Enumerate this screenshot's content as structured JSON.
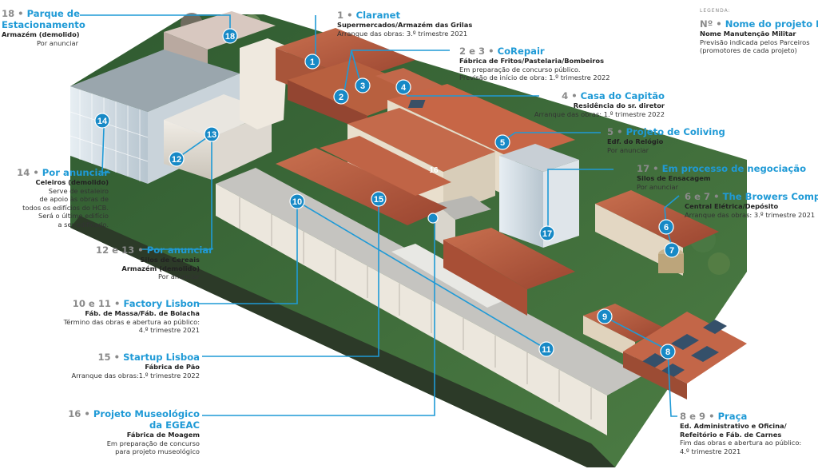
{
  "legend": {
    "title": "LEGENDA:",
    "heading_num": "Nº",
    "heading_dot": "•",
    "heading_name": "Nome do projeto HCB",
    "sub": "Nome Manutenção Militar",
    "desc": [
      "Previsão indicada pelos Parceiros",
      "(promotores de cada projeto)"
    ]
  },
  "labels": [
    {
      "id": "p18",
      "num": "18",
      "name": [
        "Parque de",
        "Estacionamento"
      ],
      "sub": [
        "Armazém (demolido)"
      ],
      "desc": [
        "Por anunciar"
      ],
      "align": "right"
    },
    {
      "id": "p1",
      "num": "1",
      "name": [
        "Claranet"
      ],
      "sub": [
        "Supermercados/Armazém das Grilas"
      ],
      "desc": [
        "Arranque das obras: 3.º trimestre 2021"
      ],
      "align": "left"
    },
    {
      "id": "p23",
      "num": "2 e 3",
      "name": [
        "CoRepair"
      ],
      "sub": [
        "Fábrica de Fritos/Pastelaria/Bombeiros"
      ],
      "desc": [
        "Em preparação de concurso público.",
        "Previsão de início de obra: 1.º trimestre 2022"
      ],
      "align": "left"
    },
    {
      "id": "p4",
      "num": "4",
      "name": [
        "Casa do Capitão"
      ],
      "sub": [
        "Residência do sr. diretor"
      ],
      "desc": [
        "Arranque das obras: 1.º trimestre 2022"
      ],
      "align": "right"
    },
    {
      "id": "p5",
      "num": "5",
      "name": [
        "Projeto de Coliving"
      ],
      "sub": [
        "Edf. do Relógio"
      ],
      "desc": [
        "Por anunciar"
      ],
      "align": "left"
    },
    {
      "id": "p17",
      "num": "17",
      "name": [
        "Em processo de negociação"
      ],
      "sub": [
        "Silos de Ensacagem"
      ],
      "desc": [
        "Por anunciar"
      ],
      "align": "left"
    },
    {
      "id": "p67",
      "num": "6 e 7",
      "name": [
        "The Browers Company"
      ],
      "sub": [
        "Central Elétrica/Depósito"
      ],
      "desc": [
        "Arranque das obras: 3.º trimestre 2021"
      ],
      "align": "left"
    },
    {
      "id": "p14",
      "num": "14",
      "name": [
        "Por anunciar"
      ],
      "sub": [
        "Celeiros (demolido)"
      ],
      "desc": [
        "Serve de estaleiro",
        "de apoio às obras de",
        "todos os edifícios do HCB.",
        "Será o último edifício",
        "a ser edificado."
      ],
      "align": "right"
    },
    {
      "id": "p1213",
      "num": "12 e 13",
      "name": [
        "Por anunciar"
      ],
      "sub": [
        "Silos de Cereais",
        "Armazém (demolido)"
      ],
      "desc": [
        "Por anunciar"
      ],
      "align": "right"
    },
    {
      "id": "p1011",
      "num": "10 e 11",
      "name": [
        "Factory Lisbon"
      ],
      "sub": [
        "Fáb. de Massa/Fáb. de Bolacha"
      ],
      "desc": [
        "Término das obras e abertura ao público:",
        "4.º trimestre 2021"
      ],
      "align": "right"
    },
    {
      "id": "p15",
      "num": "15",
      "name": [
        "Startup Lisboa"
      ],
      "sub": [
        "Fábrica de Pão"
      ],
      "desc": [
        "Arranque das obras:1.º trimestre 2022"
      ],
      "align": "right"
    },
    {
      "id": "p16",
      "num": "16",
      "name": [
        "Projeto Museológico",
        "da EGEAC"
      ],
      "sub": [
        "Fábrica de Moagem"
      ],
      "desc": [
        "Em preparação de concurso",
        "para projeto museológico"
      ],
      "align": "right"
    },
    {
      "id": "p89",
      "num": "8 e 9",
      "name": [
        "Praça"
      ],
      "sub": [
        "Ed. Administrativo e Oficina/",
        "Refeitório e Fáb. de Carnes"
      ],
      "desc": [
        "Fim das obras e abertura ao público:",
        "4.º trimestre 2021"
      ],
      "align": "left"
    }
  ],
  "markers": [
    "1",
    "2",
    "3",
    "4",
    "5",
    "6",
    "7",
    "8",
    "9",
    "10",
    "11",
    "12",
    "13",
    "14",
    "15",
    "16",
    "17",
    "18"
  ],
  "colors": {
    "accent": "#1f9ad6",
    "pin": "#1789c6",
    "label_num": "#8a8a8a",
    "roof": "#b5553a",
    "grass": "#3d6b3a"
  }
}
